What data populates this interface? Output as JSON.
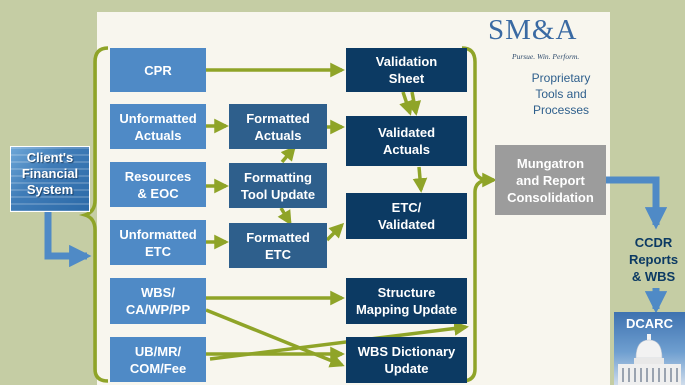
{
  "logo": {
    "brand": "SM&A",
    "tagline": "Pursue. Win. Perform.",
    "subtitle": "Proprietary\nTools and\nProcesses"
  },
  "inputs": {
    "client_system": "Client's\nFinancial\nSystem"
  },
  "sources": {
    "cpr": "CPR",
    "unformatted_actuals": "Unformatted\nActuals",
    "resources_eoc": "Resources\n& EOC",
    "unformatted_etc": "Unformatted\nETC",
    "wbs_ca_wp_pp": "WBS/\nCA/WP/PP",
    "ub_mr_com_fee": "UB/MR/\nCOM/Fee"
  },
  "formatting": {
    "formatted_actuals": "Formatted\nActuals",
    "formatting_tool_update": "Formatting\nTool Update",
    "formatted_etc": "Formatted\nETC"
  },
  "outputs": {
    "validation_sheet": "Validation\nSheet",
    "validated_actuals": "Validated\nActuals",
    "etc_validated": "ETC/\nValidated",
    "structure_mapping_update": "Structure\nMapping Update",
    "wbs_dictionary_update": "WBS Dictionary\nUpdate"
  },
  "consolidation": {
    "mungatron": "Mungatron\nand Report\nConsolidation"
  },
  "reports": {
    "ccdr": "CCDR\nReports\n& WBS",
    "dcarc": "DCARC"
  },
  "colors": {
    "background": "#c5cda4",
    "panel": "#f8f6ee",
    "source_box": "#4f8ac6",
    "formatting_box": "#2e5f8c",
    "output_box": "#0c3a63",
    "consolidation_box": "#9c9c9c",
    "arrow": "#8fa428",
    "brace": "#8fa428",
    "blue_arrow": "#4f8ac6"
  }
}
